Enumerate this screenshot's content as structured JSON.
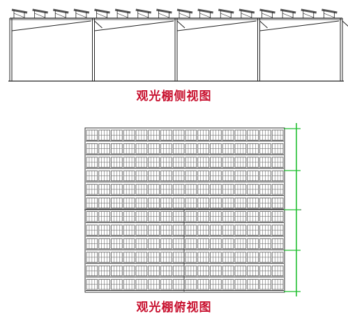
{
  "captions": {
    "side_view": "观光棚侧视图",
    "top_view": "观光棚俯视图"
  },
  "side_view": {
    "bays": 4,
    "panels_per_bay": 4,
    "panel_count": 16
  },
  "top_view": {
    "rows": 12,
    "cols": 16
  },
  "colors": {
    "caption": "#c8102e",
    "line": "#222222",
    "frame": "#333333",
    "panel": "#555555",
    "beam_green": "#1fbf2f"
  }
}
